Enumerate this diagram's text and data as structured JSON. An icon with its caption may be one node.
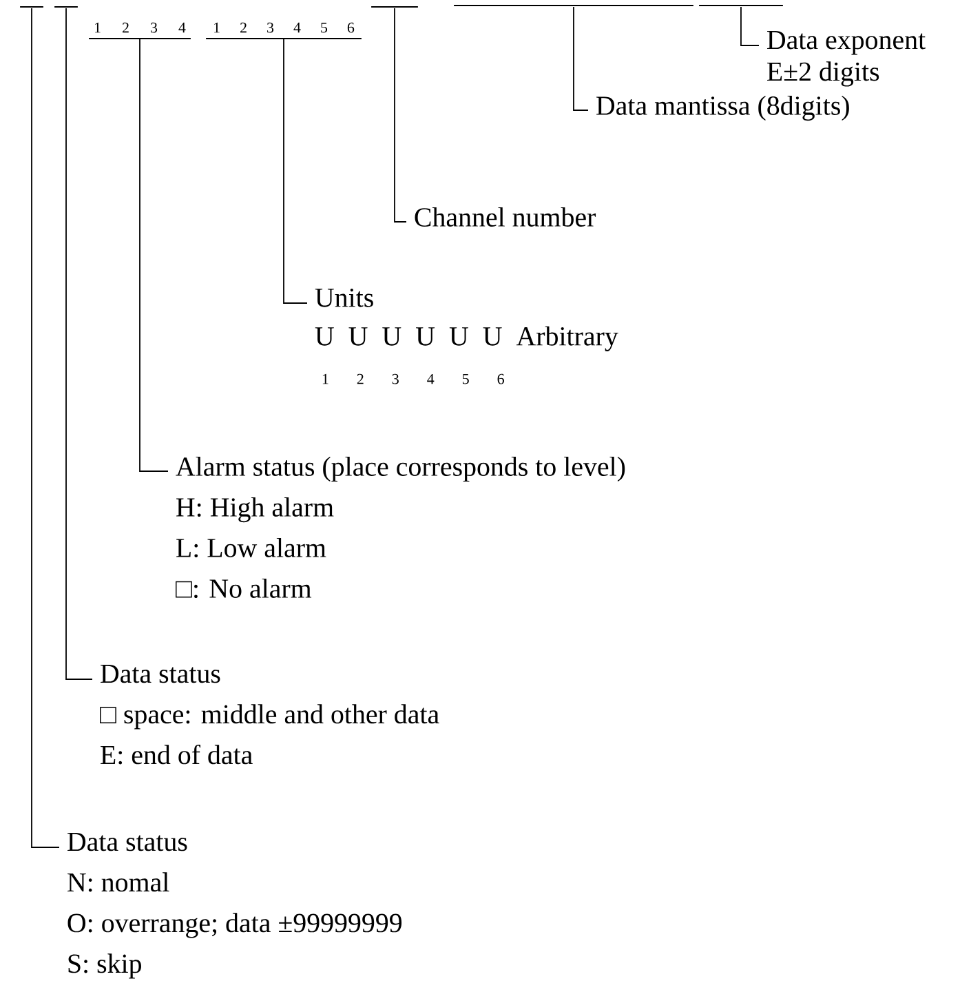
{
  "diagram": {
    "nodes": [
      {
        "text": [],
        "shape": "bar"
      },
      {
        "text": [],
        "shape": "bar"
      },
      {
        "text": [
          "1 2 3 4"
        ]
      },
      {
        "text": [
          "1 2 3 4 5 6"
        ]
      },
      {
        "text": [],
        "shape": "bar"
      },
      {
        "text": [],
        "shape": "bar"
      },
      {
        "text": [],
        "shape": "bar"
      },
      {
        "text": [
          "Data exponent",
          "E±2 digits"
        ]
      },
      {
        "text": [
          "Data mantissa (8digits)"
        ]
      },
      {
        "text": [
          "Channel number"
        ]
      },
      {
        "text": [
          "Units",
          "U U U U U U Arbitrary",
          "1 2 3 4 5 6"
        ]
      },
      {
        "text": [
          "Alarm status (place corresponds to level)",
          "H: High alarm",
          "L: Low alarm",
          "□: No alarm"
        ]
      },
      {
        "text": [
          "Data status",
          "□ space: middle and other data",
          "E: end of data"
        ]
      },
      {
        "text": [
          "Data status",
          "N: nomal",
          "O: overrange; data ±99999999",
          "S: skip"
        ]
      }
    ],
    "edges": [
      {
        "from": 6,
        "to": 7,
        "arrow": "none"
      },
      {
        "from": 5,
        "to": 8,
        "arrow": "none"
      },
      {
        "from": 4,
        "to": 9,
        "arrow": "none"
      },
      {
        "from": 3,
        "to": 10,
        "arrow": "none"
      },
      {
        "from": 2,
        "to": 11,
        "arrow": "none"
      },
      {
        "from": 1,
        "to": 12,
        "arrow": "none"
      },
      {
        "from": 0,
        "to": 13,
        "arrow": "none"
      }
    ]
  }
}
